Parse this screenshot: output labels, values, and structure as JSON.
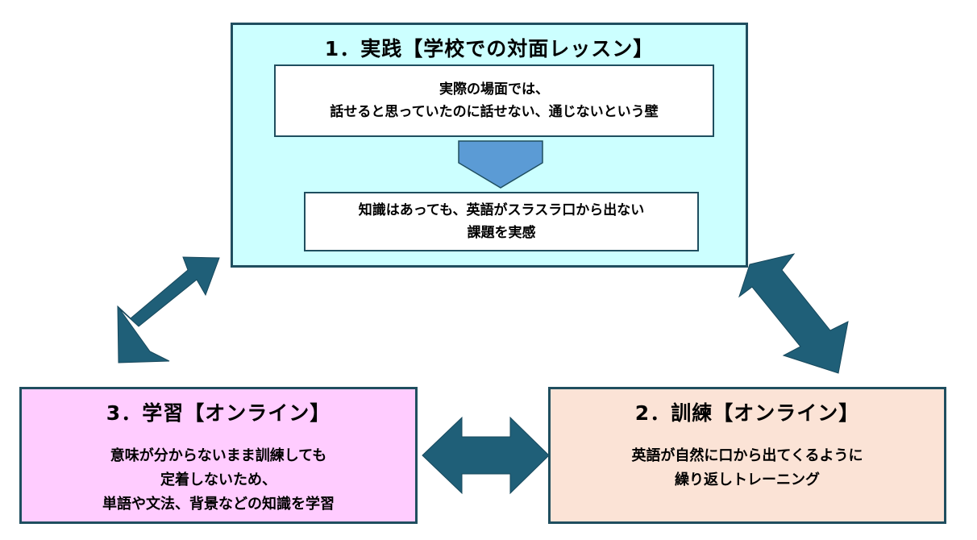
{
  "practice": {
    "title": "1．実践【学校での対面レッスン】",
    "problem_lines": [
      "実際の場面では、",
      "話せると思っていたのに話せない、通じないという壁"
    ],
    "realization_lines": [
      "知識はあっても、英語がスラスラ口から出ない",
      "課題を実感"
    ]
  },
  "training": {
    "title": "2．訓練【オンライン】",
    "body_lines": [
      "英語が自然に口から出てくるように",
      "繰り返しトレーニング"
    ]
  },
  "learning": {
    "title": "3．学習【オンライン】",
    "body_lines": [
      "意味が分からないまま訓練しても",
      "定着しないため、",
      "単語や文法、背景などの知識を学習"
    ]
  },
  "colors": {
    "practice_fill": "#ccffff",
    "training_fill": "#fbe3d6",
    "learning_fill": "#ffccff",
    "arrow_fill": "#1f5f78",
    "down_arrow_fill": "#5b9bd5",
    "border": "#1f4e5f"
  }
}
